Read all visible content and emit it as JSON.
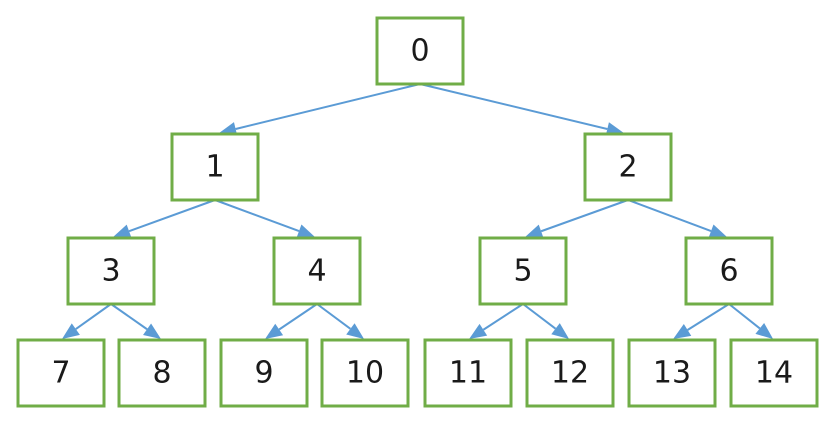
{
  "tree": {
    "nodes": [
      {
        "id": 0,
        "label": "0",
        "level": 0
      },
      {
        "id": 1,
        "label": "1",
        "level": 1
      },
      {
        "id": 2,
        "label": "2",
        "level": 1
      },
      {
        "id": 3,
        "label": "3",
        "level": 2
      },
      {
        "id": 4,
        "label": "4",
        "level": 2
      },
      {
        "id": 5,
        "label": "5",
        "level": 2
      },
      {
        "id": 6,
        "label": "6",
        "level": 2
      },
      {
        "id": 7,
        "label": "7",
        "level": 3
      },
      {
        "id": 8,
        "label": "8",
        "level": 3
      },
      {
        "id": 9,
        "label": "9",
        "level": 3
      },
      {
        "id": 10,
        "label": "10",
        "level": 3
      },
      {
        "id": 11,
        "label": "11",
        "level": 3
      },
      {
        "id": 12,
        "label": "12",
        "level": 3
      },
      {
        "id": 13,
        "label": "13",
        "level": 3
      },
      {
        "id": 14,
        "label": "14",
        "level": 3
      }
    ],
    "edges": [
      {
        "from": 0,
        "to": 1
      },
      {
        "from": 0,
        "to": 2
      },
      {
        "from": 1,
        "to": 3
      },
      {
        "from": 1,
        "to": 4
      },
      {
        "from": 2,
        "to": 5
      },
      {
        "from": 2,
        "to": 6
      },
      {
        "from": 3,
        "to": 7
      },
      {
        "from": 3,
        "to": 8
      },
      {
        "from": 4,
        "to": 9
      },
      {
        "from": 4,
        "to": 10
      },
      {
        "from": 5,
        "to": 11
      },
      {
        "from": 5,
        "to": 12
      },
      {
        "from": 6,
        "to": 13
      },
      {
        "from": 6,
        "to": 14
      }
    ]
  },
  "colors": {
    "node_border": "#70ad47",
    "edge": "#5b9bd5",
    "text": "#1a1a1a"
  }
}
